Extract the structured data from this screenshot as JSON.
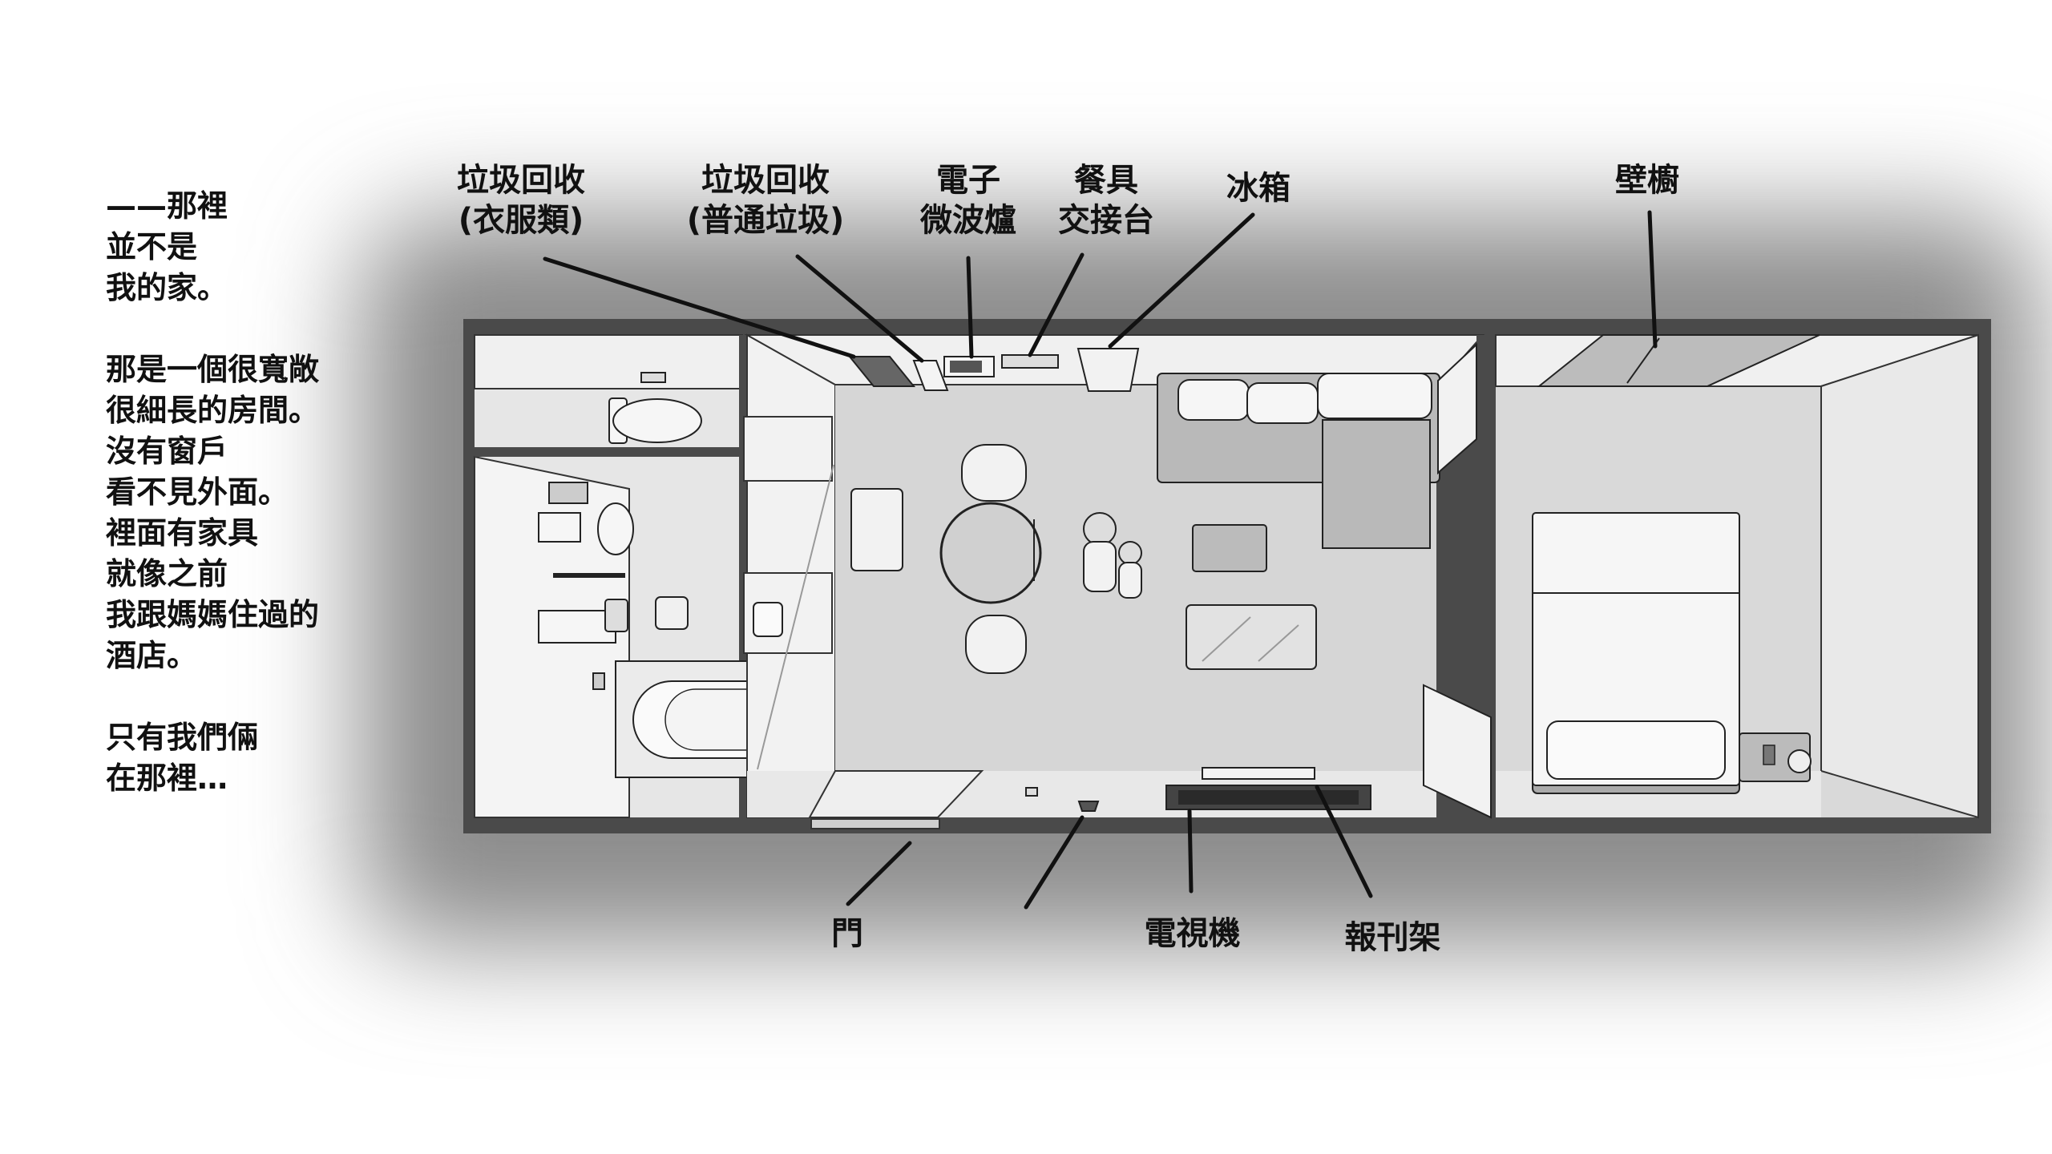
{
  "narration": [
    "——那裡",
    "並不是",
    "我的家。",
    "",
    "那是一個很寬敞",
    "很細長的房間。",
    "沒有窗戶",
    "看不見外面。",
    "裡面有家具",
    "就像之前",
    "我跟媽媽住過的",
    "酒店。",
    "",
    "只有我們倆",
    "在那裡…"
  ],
  "labels": {
    "recycle_clothes": [
      "垃圾回收",
      "(衣服類)"
    ],
    "recycle_general": [
      "垃圾回收",
      "(普通垃圾)"
    ],
    "microwave": [
      "電子",
      "微波爐"
    ],
    "dish_counter": [
      "餐具",
      "交接台"
    ],
    "fridge": [
      "冰箱"
    ],
    "closet": [
      "壁櫥"
    ],
    "door": [
      "門"
    ],
    "tv": [
      "電視機"
    ],
    "magazine_rack": [
      "報刊架"
    ]
  },
  "colors": {
    "outer_wall": "#4a4a4a",
    "floor": "#d6d6d6",
    "floor_light": "#e4e4e4",
    "furniture": "#f2f2f2",
    "sofa": "#b9b9b9",
    "shadow": "#8c8c8c"
  }
}
